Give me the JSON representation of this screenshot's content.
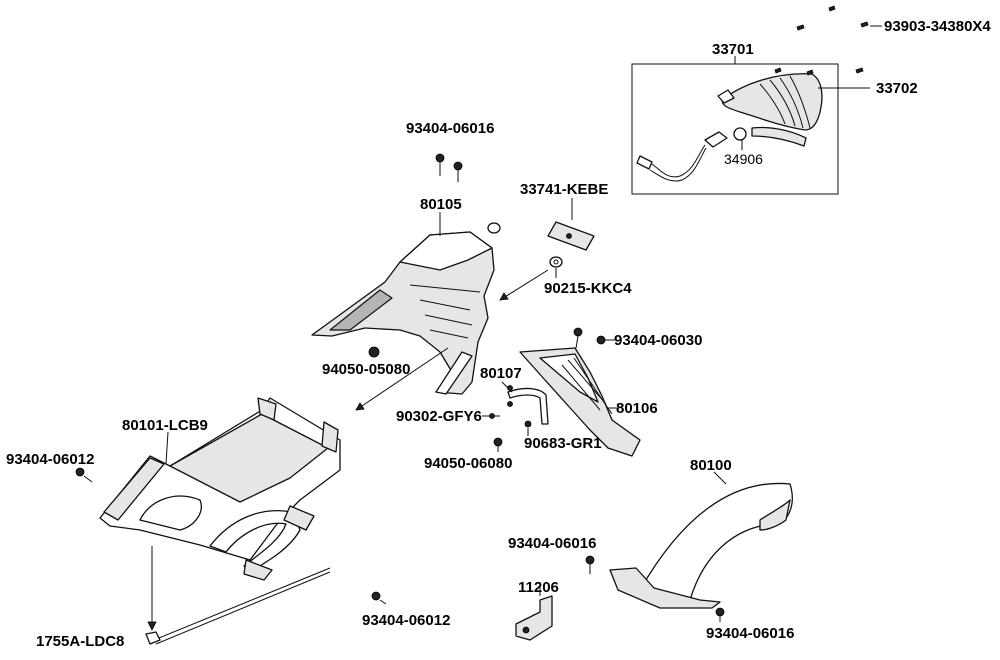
{
  "labels": {
    "p93903": "93903-34380X4",
    "p33701": "33701",
    "p33702": "33702",
    "p34906": "34906",
    "p93404_06016_top": "93404-06016",
    "p33741": "33741-KEBE",
    "p80105": "80105",
    "p90215": "90215-KKC4",
    "p93404_06030": "93404-06030",
    "p94050_05080": "94050-05080",
    "p80107": "80107",
    "p80106": "80106",
    "p90302": "90302-GFY6",
    "p90683": "90683-GR1",
    "p94050_06080": "94050-06080",
    "p80101": "80101-LCB9",
    "p93404_06012_left": "93404-06012",
    "p80100": "80100",
    "p93404_06016_mid": "93404-06016",
    "p11206": "11206",
    "p93404_06012_bot": "93404-06012",
    "p93404_06016_bot": "93404-06016",
    "p1755A": "1755A-LDC8"
  }
}
